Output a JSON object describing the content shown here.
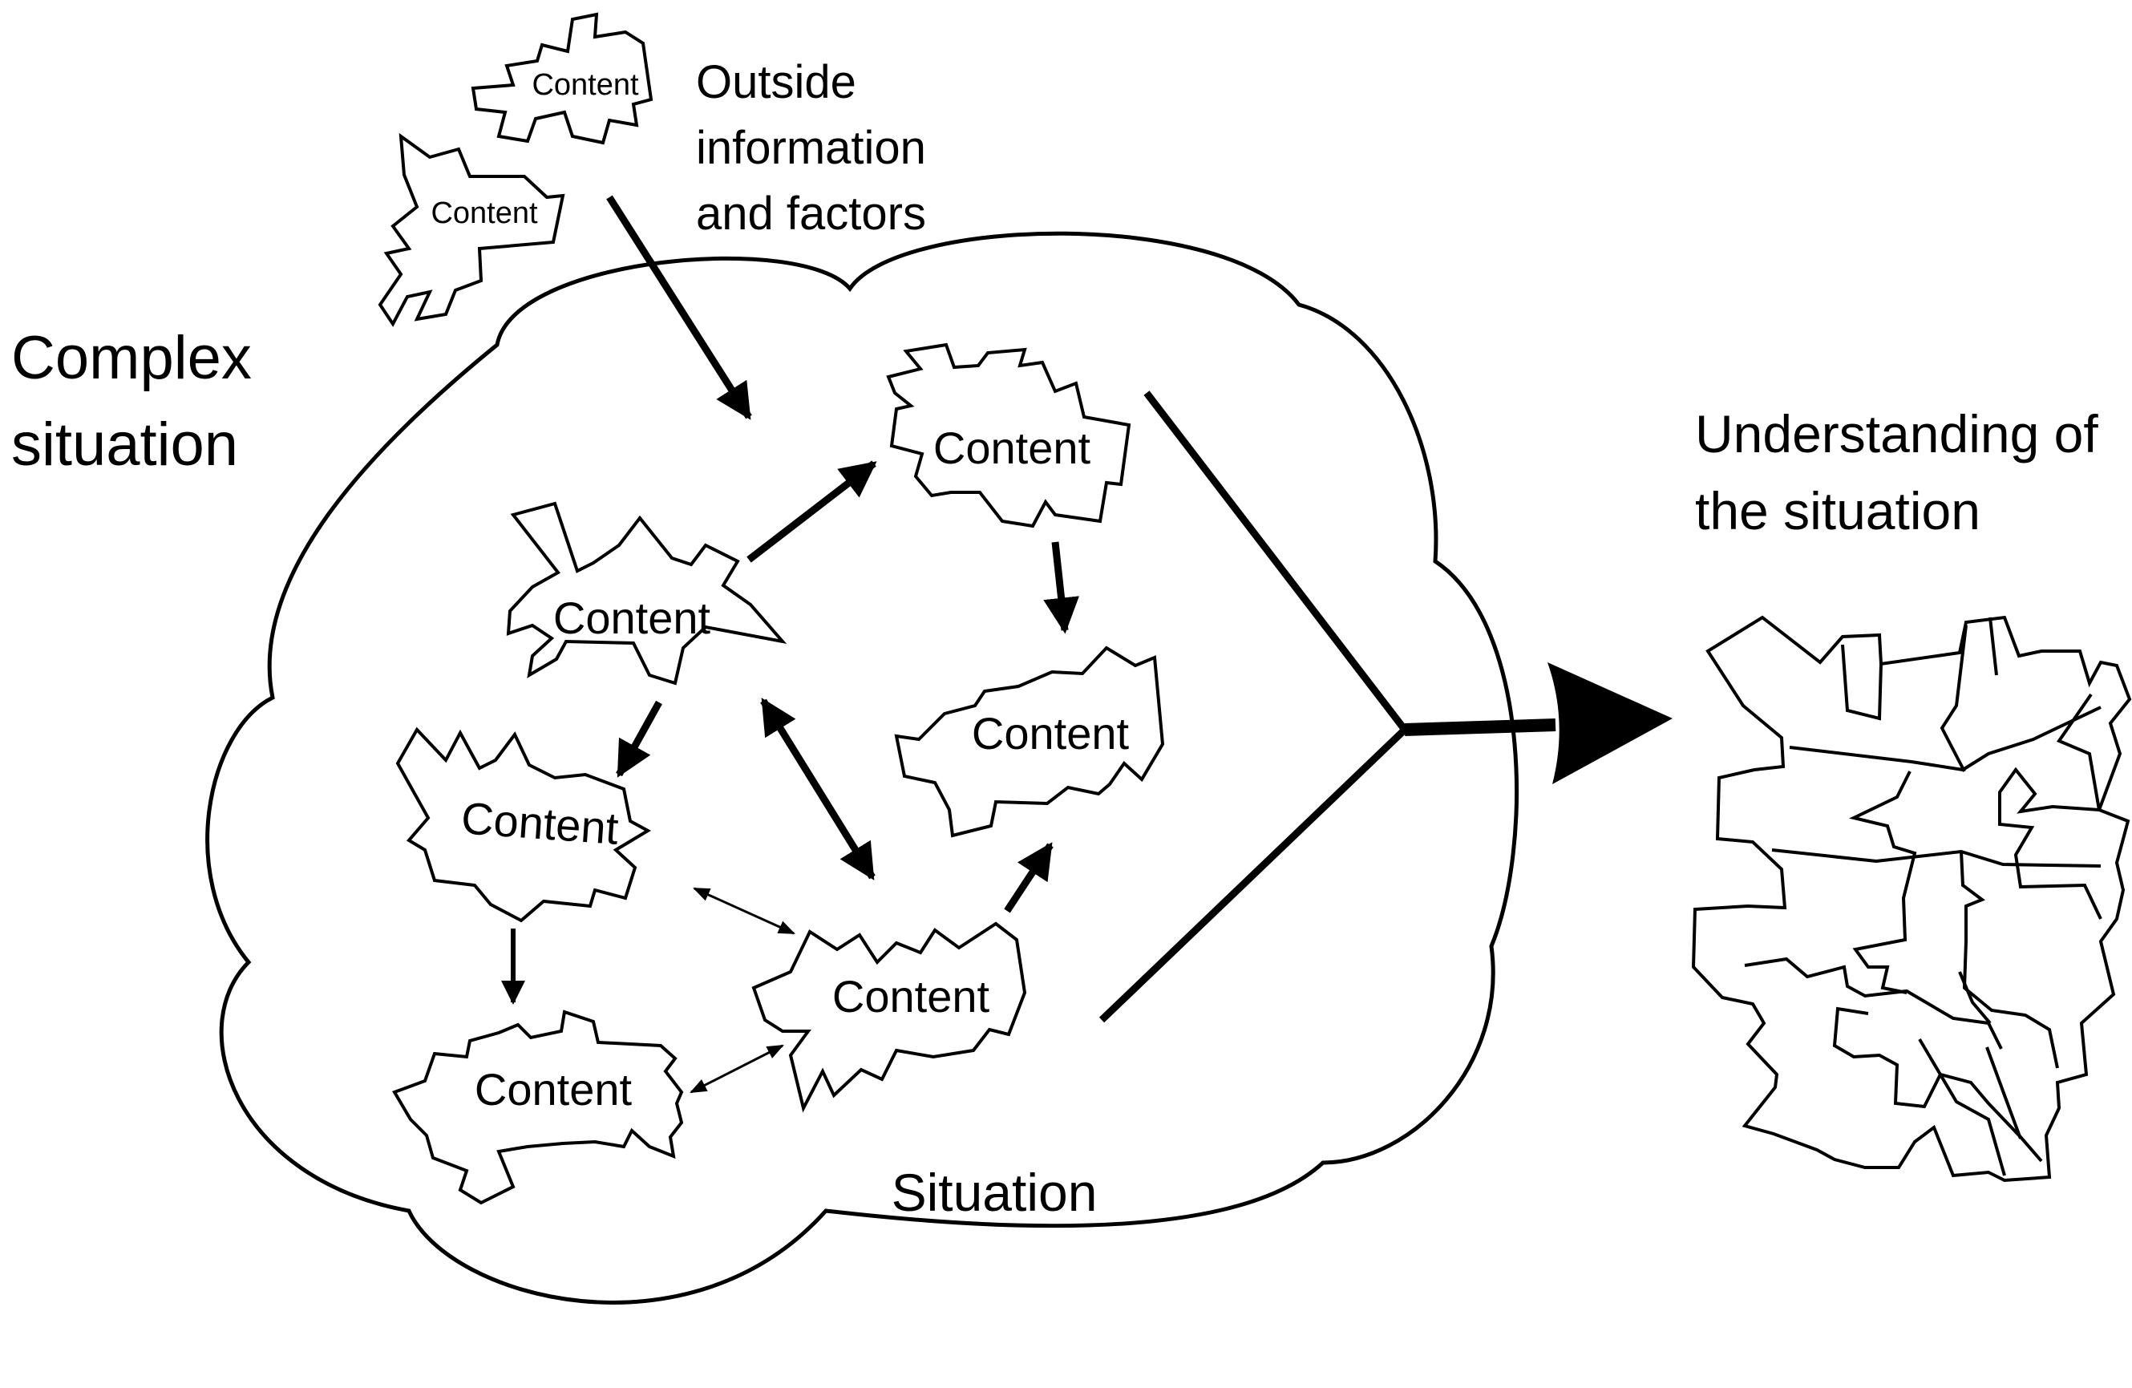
{
  "labels": {
    "complex_line1": "Complex",
    "complex_line2": "situation",
    "outside_line1": "Outside",
    "outside_line2": "information",
    "outside_line3": "and factors",
    "understanding_line1": "Understanding of",
    "understanding_line2": "the situation",
    "situation": "Situation"
  },
  "pieces": {
    "outside_top": "Content",
    "outside_bottom": "Content",
    "upper_right": "Content",
    "upper_left": "Content",
    "middle_right": "Content",
    "middle_left": "Content",
    "lower_center": "Content",
    "lower_left": "Content"
  },
  "colors": {
    "ink": "#000000",
    "background": "#ffffff"
  }
}
